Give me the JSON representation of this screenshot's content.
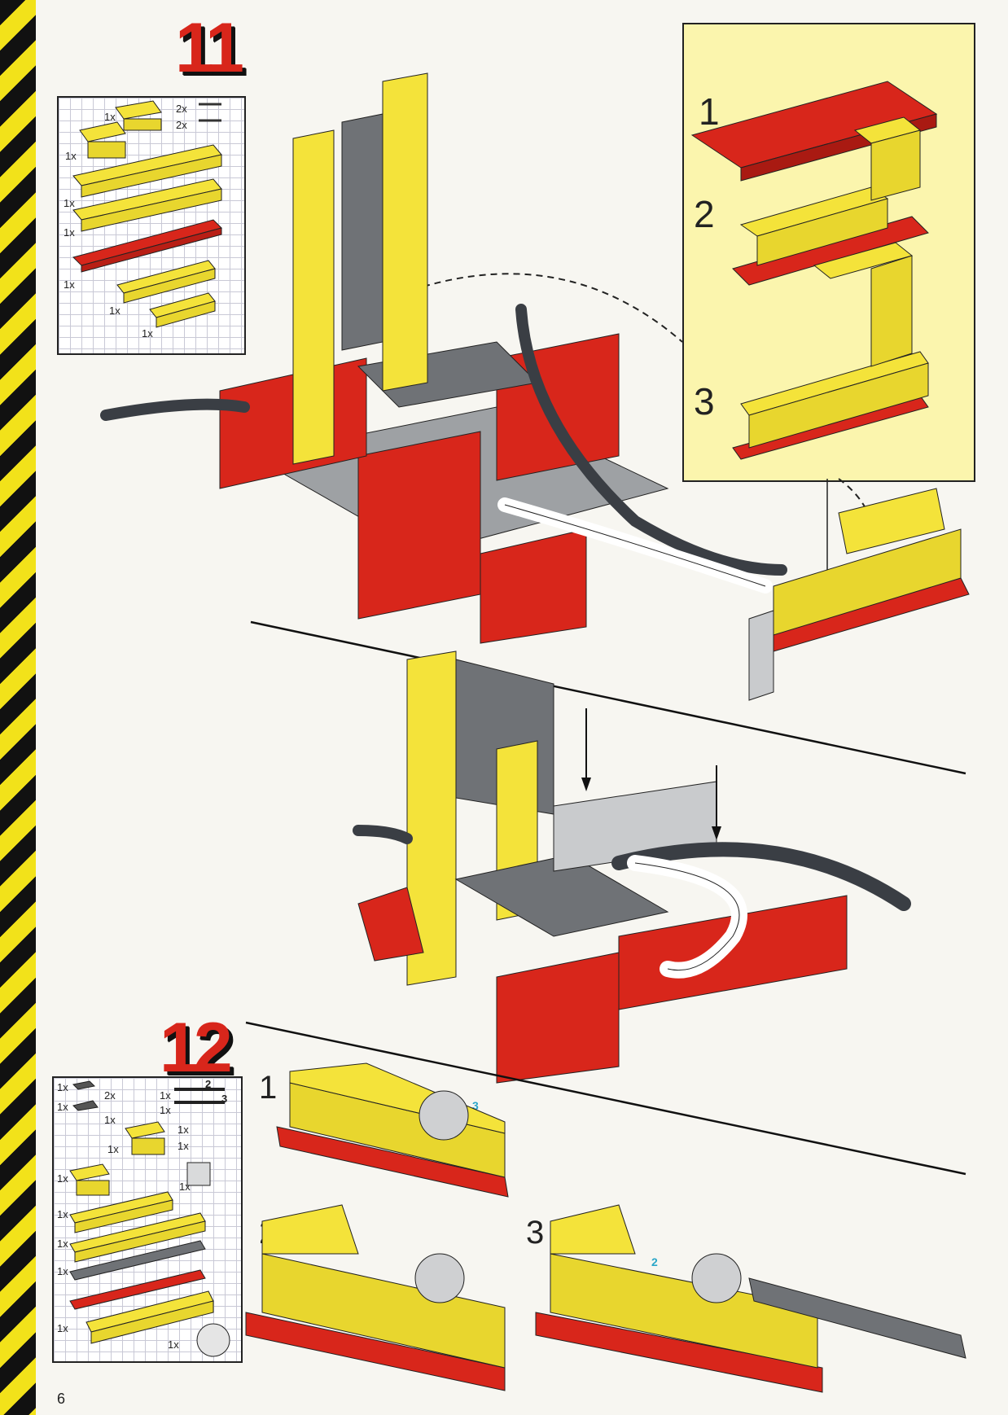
{
  "page": {
    "number": "6"
  },
  "step11": {
    "number": "11",
    "parts_list": [
      "1x",
      "2x",
      "2x",
      "1x",
      "1x",
      "1x",
      "1x",
      "1x",
      "1x"
    ],
    "substeps": [
      "1",
      "2",
      "3"
    ]
  },
  "step12": {
    "number": "12",
    "parts_list": [
      "1x",
      "2x",
      "1x",
      "1x",
      "1x",
      "1x",
      "1x",
      "1x",
      "1x",
      "1x",
      "1x",
      "1x",
      "1x",
      "1x",
      "1x",
      "1x"
    ],
    "axle_lengths": [
      "2",
      "3"
    ],
    "substeps": [
      "1",
      "2",
      "3"
    ],
    "substep_callouts": [
      "3",
      "2"
    ]
  },
  "colors": {
    "hazard_yellow": "#f2e21a",
    "hazard_black": "#111111",
    "brick_red": "#d8261b",
    "brick_yellow": "#f4e33a",
    "brick_gray": "#8a8d90",
    "callout_bg": "#fbf5ad",
    "accent_cyan": "#2aa6c8"
  }
}
